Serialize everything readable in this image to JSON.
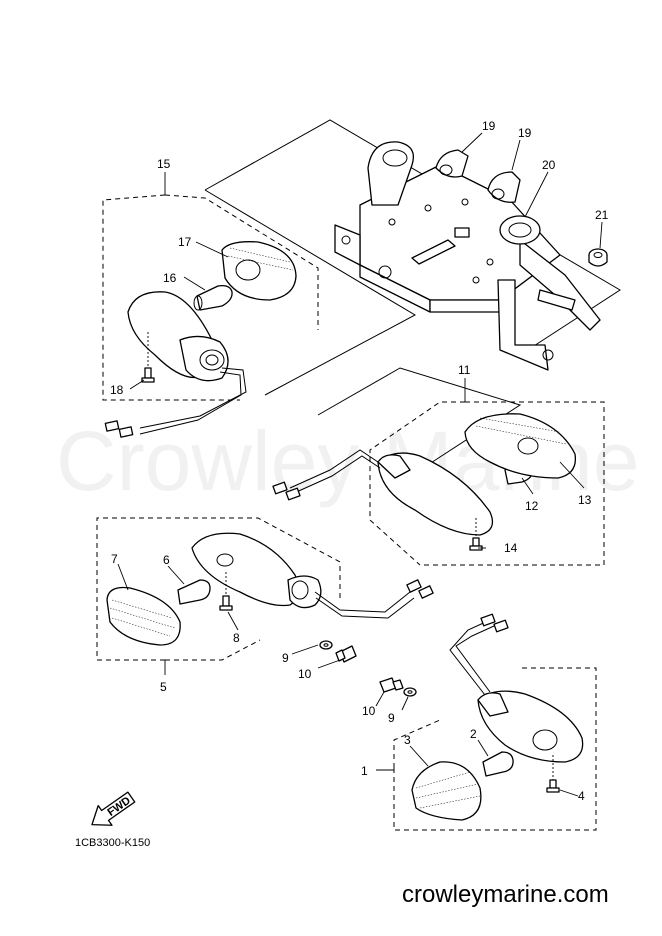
{
  "diagram": {
    "drawing_code": "1CB3300-K150",
    "fwd_label": "FWD",
    "watermark": "Crowley Marine",
    "website": "crowleymarine.com",
    "callouts": {
      "c1": "1",
      "c2": "2",
      "c3": "3",
      "c4": "4",
      "c5": "5",
      "c6": "6",
      "c7": "7",
      "c8": "8",
      "c9a": "9",
      "c9b": "9",
      "c10a": "10",
      "c10b": "10",
      "c11": "11",
      "c12": "12",
      "c13": "13",
      "c14": "14",
      "c15": "15",
      "c16": "16",
      "c17": "17",
      "c18": "18",
      "c19a": "19",
      "c19b": "19",
      "c20": "20",
      "c21": "21"
    }
  }
}
